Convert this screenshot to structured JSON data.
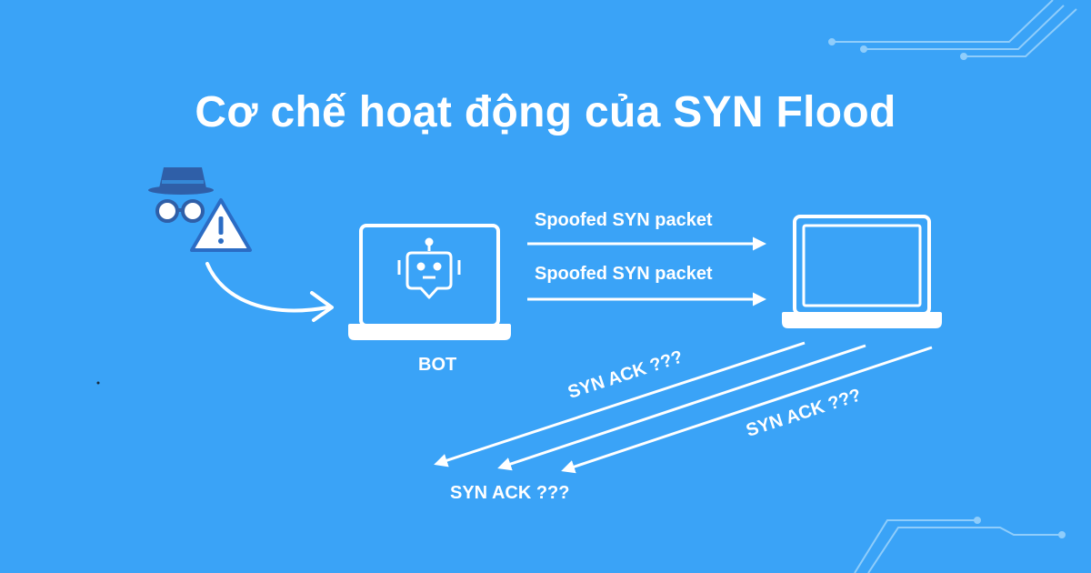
{
  "title": "Cơ chế hoạt động của SYN Flood",
  "bot_label": "BOT",
  "packets": [
    "Spoofed SYN packet",
    "Spoofed SYN packet"
  ],
  "responses": [
    "SYN ACK ???",
    "SYN ACK ???",
    "SYN ACK ???"
  ],
  "icons": [
    "spy-icon",
    "warning-icon",
    "robot-icon",
    "laptop-icon"
  ],
  "colors": {
    "background": "#3aa3f7",
    "foreground": "#ffffff",
    "spy": "#2f5fa8",
    "warning": "#2b6cc4"
  }
}
